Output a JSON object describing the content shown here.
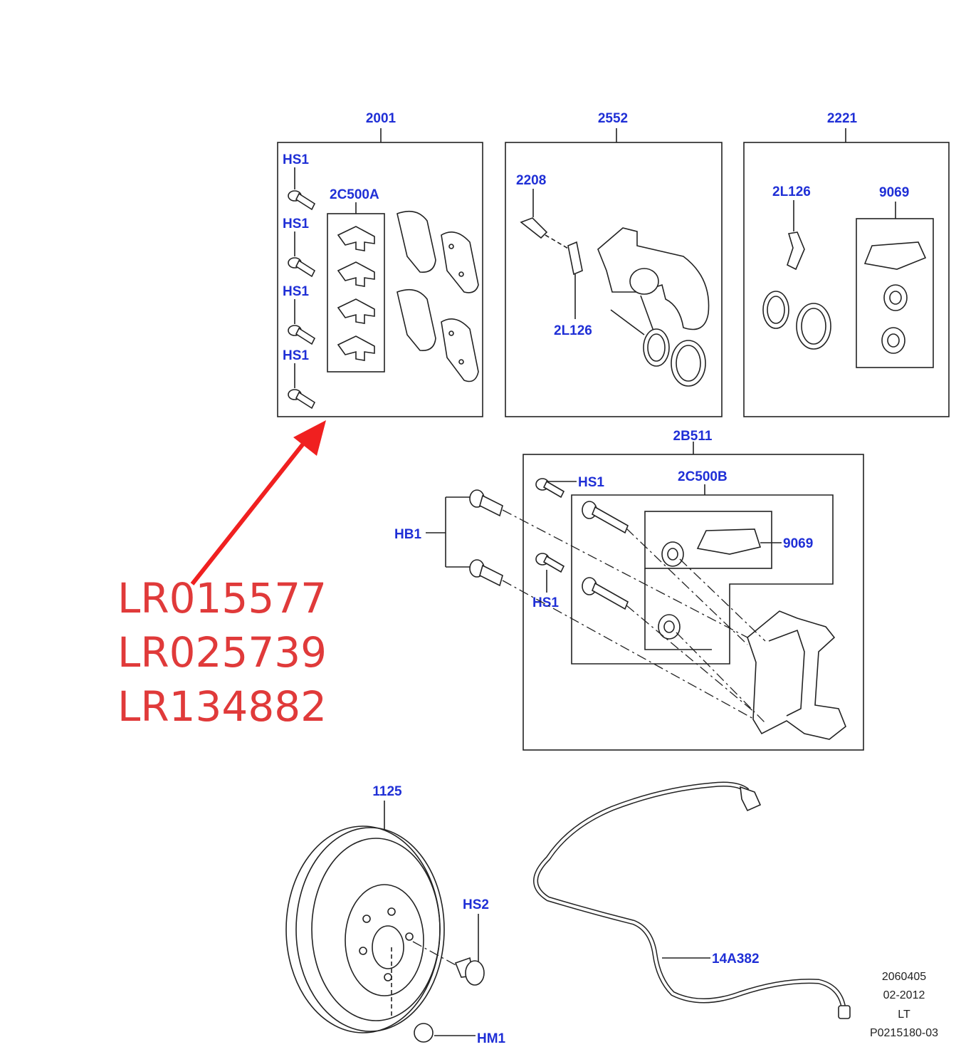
{
  "colors": {
    "callout": "#1f2fd6",
    "part_number": "#e03a3a",
    "arrow": "#f02020",
    "line": "#222222"
  },
  "groups": {
    "g2001": "2001",
    "g2552": "2552",
    "g2221": "2221",
    "g2B511": "2B511"
  },
  "callouts": {
    "hs1": "HS1",
    "c2c500a": "2C500A",
    "c2208": "2208",
    "c2l126": "2L126",
    "c9069": "9069",
    "c2c500b": "2C500B",
    "hb1": "HB1",
    "c1125": "1125",
    "hs2": "HS2",
    "hm1": "HM1",
    "c14a382": "14A382"
  },
  "part_numbers": [
    "LR015577",
    "LR025739",
    "LR134882"
  ],
  "drawing_info": [
    "2060405",
    "02-2012",
    "LT",
    "P0215180-03"
  ]
}
